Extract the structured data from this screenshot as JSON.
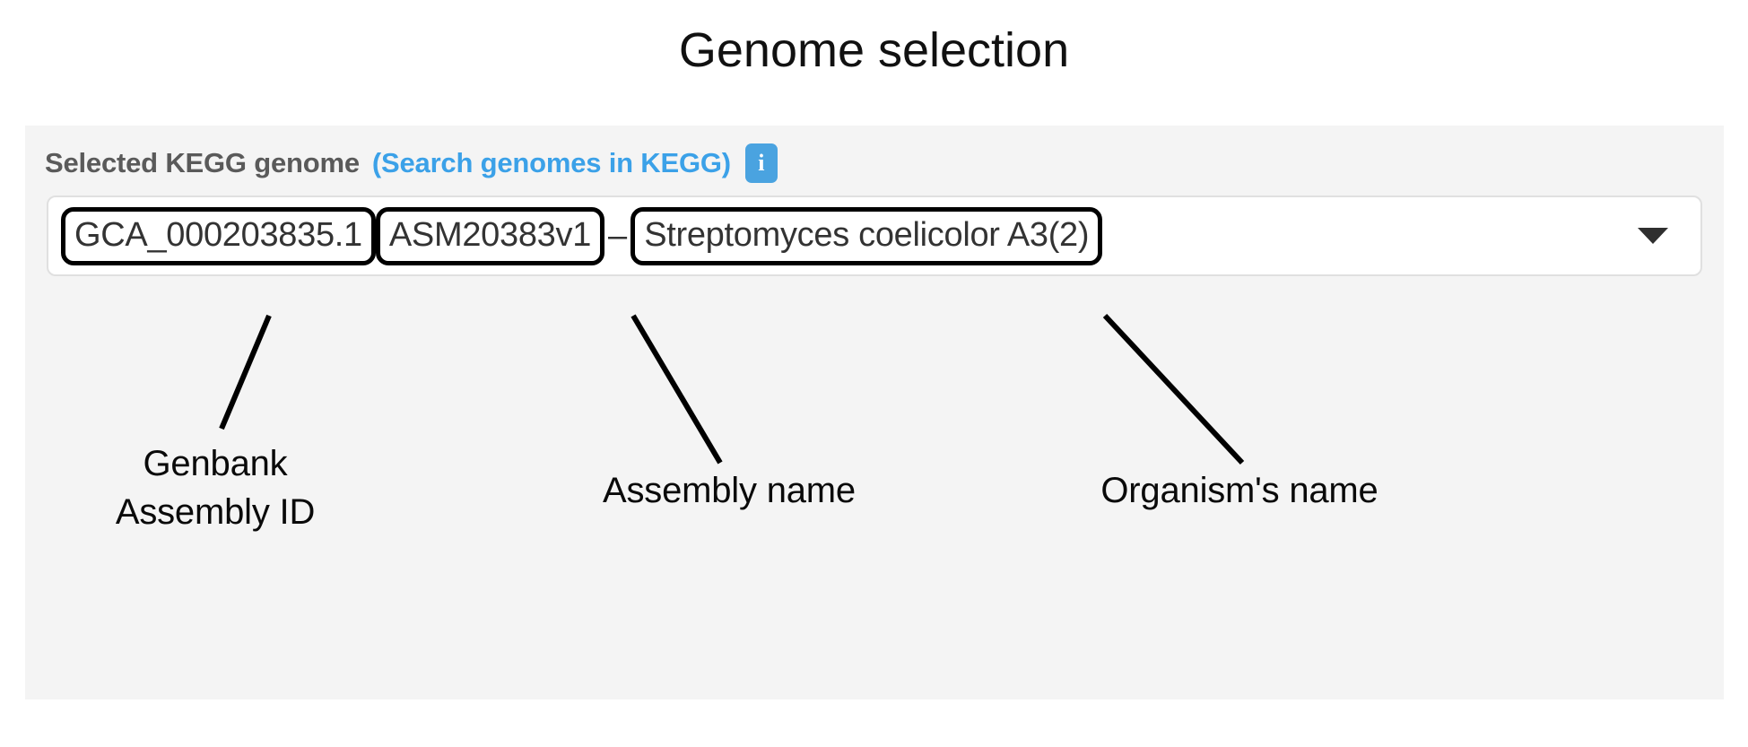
{
  "page": {
    "title": "Genome selection"
  },
  "panel": {
    "label": "Selected KEGG genome",
    "link_text": "(Search genomes in KEGG)",
    "info_icon": "info-icon",
    "info_icon_glyph": "i",
    "select": {
      "assembly_id": "GCA_000203835.1",
      "assembly_name": "ASM20383v1",
      "separator": "–",
      "organism_name": "Streptomyces coelicolor A3(2)",
      "full_value": "GCA_000203835.1 ASM20383v1 – Streptomyces coelicolor A3(2)",
      "arrow_icon": "chevron-down-icon"
    }
  },
  "annotations": [
    {
      "id": "genbank",
      "text": "Genbank\nAssembly ID"
    },
    {
      "id": "assembly",
      "text": "Assembly name"
    },
    {
      "id": "organism",
      "text": "Organism's name"
    }
  ],
  "colors": {
    "page_background": "#ffffff",
    "panel_background": "#f4f4f4",
    "label_text": "#5a5a5a",
    "link_blue": "#3ba1e8",
    "info_badge": "#4aa3e0",
    "select_background": "#ffffff",
    "select_border": "#e0e0e0",
    "select_text": "#333333",
    "annotation_ink": "#000000"
  }
}
